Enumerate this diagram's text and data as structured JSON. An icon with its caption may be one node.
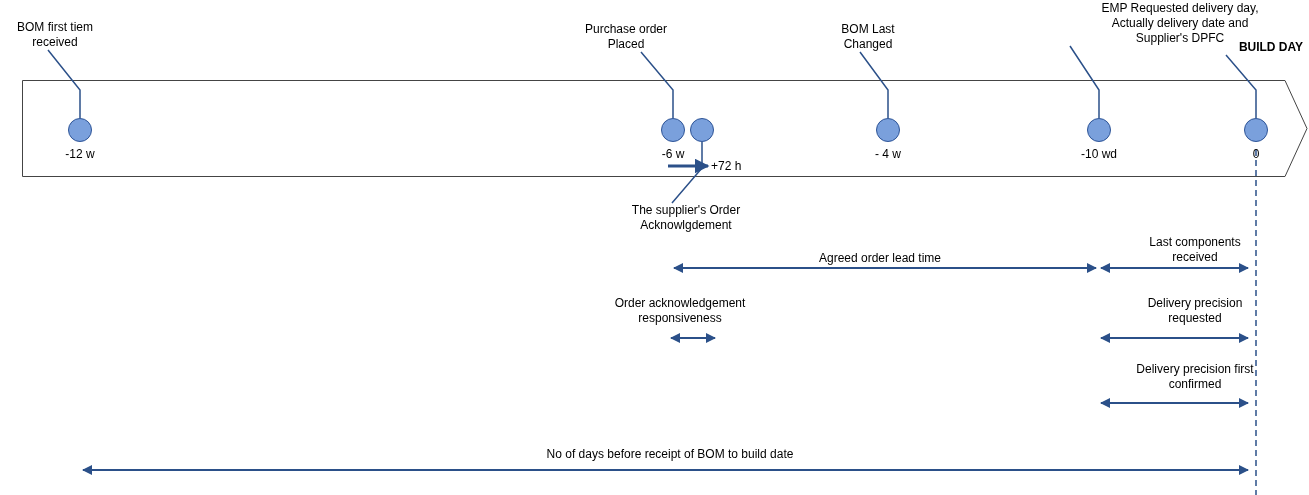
{
  "diagram": {
    "nodes": [
      {
        "text": [],
        "shape": "arrow"
      },
      {
        "text": [
          "BOM first tiem received"
        ]
      },
      {
        "text": [
          "Purchase order Placed"
        ]
      },
      {
        "text": [
          "BOM Last Changed"
        ]
      },
      {
        "text": [
          "EMP Requested delivery day, Actually delivery date and Supplier's DPFC"
        ]
      },
      {
        "text": [
          "BUILD DAY"
        ]
      },
      {
        "text": [],
        "shape": "circle",
        "in": 0,
        "beside": [
          "-12 w"
        ]
      },
      {
        "text": [],
        "shape": "circle",
        "in": 0,
        "beside": [
          "-6 w"
        ]
      },
      {
        "text": [],
        "shape": "circle",
        "in": 0
      },
      {
        "text": [],
        "shape": "circle",
        "in": 0,
        "beside": [
          "- 4 w"
        ]
      },
      {
        "text": [],
        "shape": "circle",
        "in": 0,
        "beside": [
          "-10 wd"
        ]
      },
      {
        "text": [],
        "shape": "circle",
        "in": 0,
        "beside": [
          "0"
        ]
      },
      {
        "text": [
          "The supplier's Order Acknowlgdement"
        ]
      }
    ],
    "edges": [
      {
        "from": 1,
        "to": 6,
        "arrow": "none"
      },
      {
        "from": 2,
        "to": 7,
        "arrow": "none"
      },
      {
        "from": 3,
        "to": 9,
        "arrow": "none"
      },
      {
        "from": 4,
        "to": 10,
        "arrow": "none"
      },
      {
        "from": 5,
        "to": 11,
        "arrow": "none"
      },
      {
        "from": 8,
        "to": 12,
        "arrow": "none"
      }
    ],
    "labels": [
      "+72 h",
      "Agreed order lead time",
      "Last components received",
      "Order acknowledgement responsiveness",
      "Delivery precision requested",
      "Delivery precision first confirmed",
      "No of days before receipt of BOM to build date"
    ]
  }
}
